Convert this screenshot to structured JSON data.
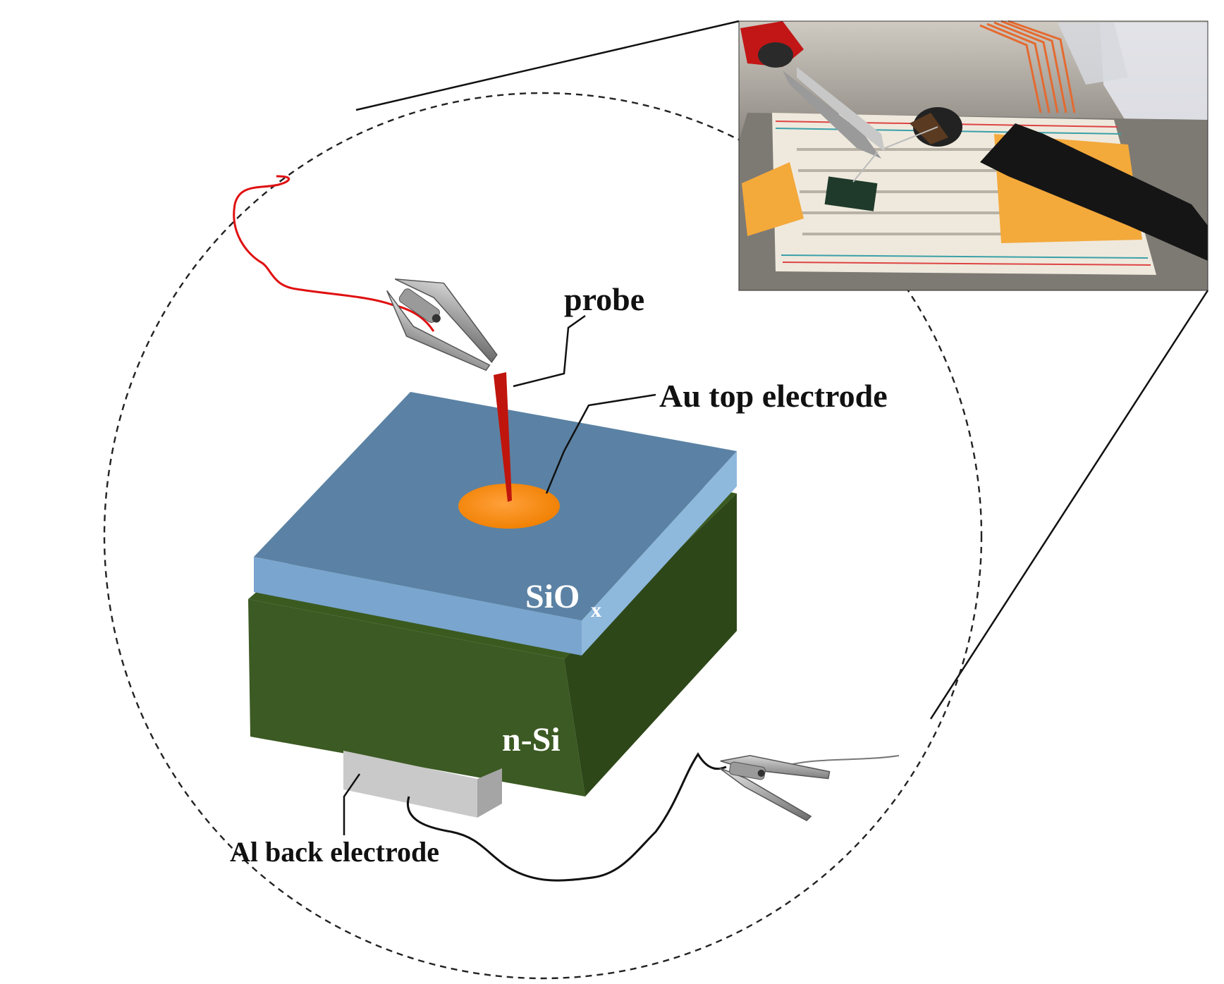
{
  "labels": {
    "probe": "probe",
    "top_electrode": "Au top electrode",
    "oxide_base": "SiO",
    "oxide_sub": "x",
    "substrate": "n-Si",
    "back_electrode": "Al back electrode"
  },
  "colors": {
    "oxide_top": "#5b82a4",
    "oxide_front": "#7aa5cf",
    "oxide_side": "#8fb8dd",
    "silicon_front": "#3c5a23",
    "silicon_side": "#2d4719",
    "gold_electrode": "#ff8a0a",
    "aluminum_electrode": "#bfbfbf",
    "probe_red": "#c0150d",
    "red_wire": "#e01010",
    "black_wire": "#111111",
    "breadboard": "#efe9dd",
    "tape": "#f4a93b"
  },
  "icons": {
    "top_clip": "alligator-clip-icon",
    "bottom_clip": "alligator-clip-icon",
    "inset": "measurement-setup-photo"
  }
}
